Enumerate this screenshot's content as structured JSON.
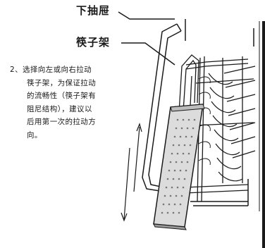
{
  "labels": {
    "lower_drawer": "下抽屉",
    "cutlery_rack": "筷子架"
  },
  "instruction": {
    "line1": "2、选择向左或向右拉动",
    "line2": "筷子架，为保证拉动",
    "line3": "的流畅性（筷子架有",
    "line4": "阻尼结构），建议以",
    "line5": "后用第一次的拉动方",
    "line6": "向。"
  }
}
